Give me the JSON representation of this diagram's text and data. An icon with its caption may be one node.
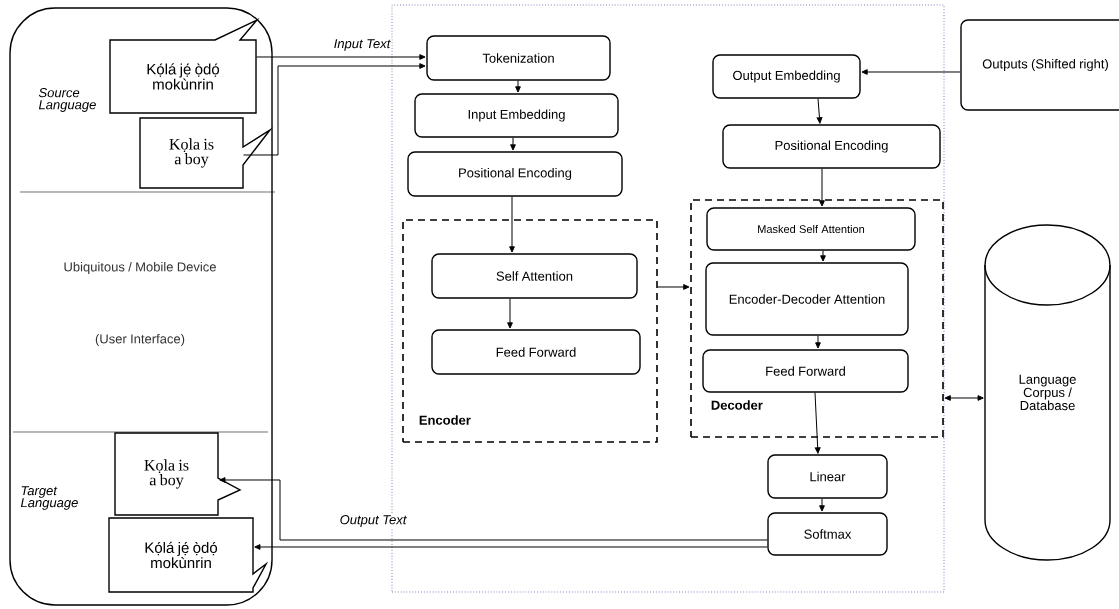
{
  "diagram": {
    "nodes": [
      {
        "text": [
          "Ubiquitous / Mobile Device",
          "(User Interface)"
        ]
      },
      {
        "text": [
          "Kọ́lá jẹ́ ọ̀dọ́ mokùnrin"
        ],
        "in": 0
      },
      {
        "text": [
          "Kọla is a boy"
        ],
        "in": 0
      },
      {
        "text": [
          "Kọla is a boy"
        ],
        "in": 0
      },
      {
        "text": [
          "Kọ́lá jẹ́ ọ̀dọ́ mokùnrin"
        ],
        "in": 0
      },
      {
        "text": [],
        "shape": "box"
      },
      {
        "text": [
          "Tokenization"
        ],
        "in": 5
      },
      {
        "text": [
          "Input Embedding"
        ],
        "in": 5
      },
      {
        "text": [
          "Positional Encoding"
        ],
        "in": 5
      },
      {
        "text": [
          "Encoder"
        ],
        "in": 5
      },
      {
        "text": [
          "Self Attention"
        ],
        "in": 9
      },
      {
        "text": [
          "Feed Forward"
        ],
        "in": 9
      },
      {
        "text": [
          "Decoder"
        ],
        "in": 5
      },
      {
        "text": [
          "Output Embedding"
        ],
        "in": 5
      },
      {
        "text": [
          "Positional Encoding"
        ],
        "in": 5
      },
      {
        "text": [
          "Masked Self Attention"
        ],
        "in": 12
      },
      {
        "text": [
          "Encoder-Decoder Attention"
        ],
        "in": 12
      },
      {
        "text": [
          "Feed Forward"
        ],
        "in": 12
      },
      {
        "text": [
          "Linear"
        ],
        "in": 5
      },
      {
        "text": [
          "Softmax"
        ],
        "in": 5
      },
      {
        "text": [
          "Outputs (Shifted right)"
        ]
      },
      {
        "text": [
          "Language Corpus / Database"
        ]
      }
    ],
    "edges": [
      {
        "from": 1,
        "to": 6,
        "arrow": "to",
        "label": "Input Text"
      },
      {
        "from": 2,
        "to": 6,
        "arrow": "to"
      },
      {
        "from": 6,
        "to": 7,
        "arrow": "to"
      },
      {
        "from": 7,
        "to": 8,
        "arrow": "to"
      },
      {
        "from": 8,
        "to": 10,
        "arrow": "to"
      },
      {
        "from": 10,
        "to": 11,
        "arrow": "to"
      },
      {
        "from": 9,
        "to": 12,
        "arrow": "to"
      },
      {
        "from": 20,
        "to": 13,
        "arrow": "to"
      },
      {
        "from": 13,
        "to": 14,
        "arrow": "to"
      },
      {
        "from": 14,
        "to": 15,
        "arrow": "to"
      },
      {
        "from": 15,
        "to": 16,
        "arrow": "to"
      },
      {
        "from": 16,
        "to": 17,
        "arrow": "to"
      },
      {
        "from": 17,
        "to": 18,
        "arrow": "to"
      },
      {
        "from": 18,
        "to": 19,
        "arrow": "to"
      },
      {
        "from": 19,
        "to": 3,
        "arrow": "to",
        "label": "Output Text"
      },
      {
        "from": 19,
        "to": 4,
        "arrow": "to"
      },
      {
        "from": 12,
        "to": 21,
        "arrow": "both"
      }
    ],
    "labels": [
      "Source Language",
      "Target Language"
    ]
  }
}
